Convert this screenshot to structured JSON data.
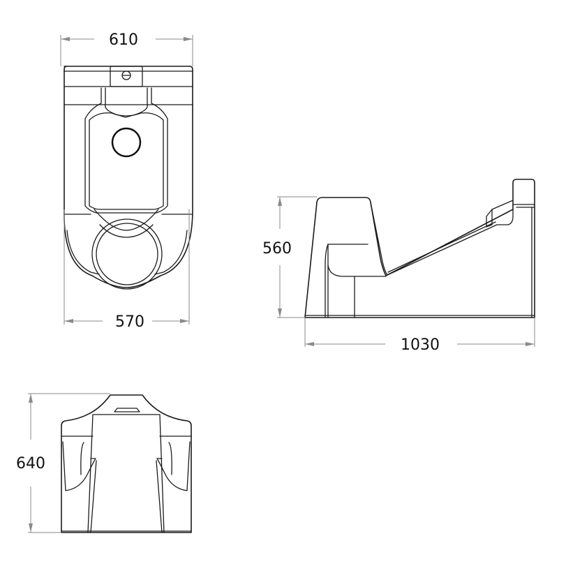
{
  "drawing": {
    "subject": "toilet technical drawing",
    "views": [
      {
        "name": "top-view",
        "dimensions": {
          "top_width": "610",
          "bottom_width": "570"
        }
      },
      {
        "name": "side-view",
        "dimensions": {
          "height": "560",
          "length": "1030"
        }
      },
      {
        "name": "front-view",
        "dimensions": {
          "height": "640"
        }
      }
    ],
    "colors": {
      "line": "#1a1a1a",
      "dimension_line": "#8a8a8a",
      "background": "#ffffff"
    }
  },
  "labels": {
    "top_width": "610",
    "bottom_width": "570",
    "side_height": "560",
    "side_length": "1030",
    "front_height": "640"
  }
}
